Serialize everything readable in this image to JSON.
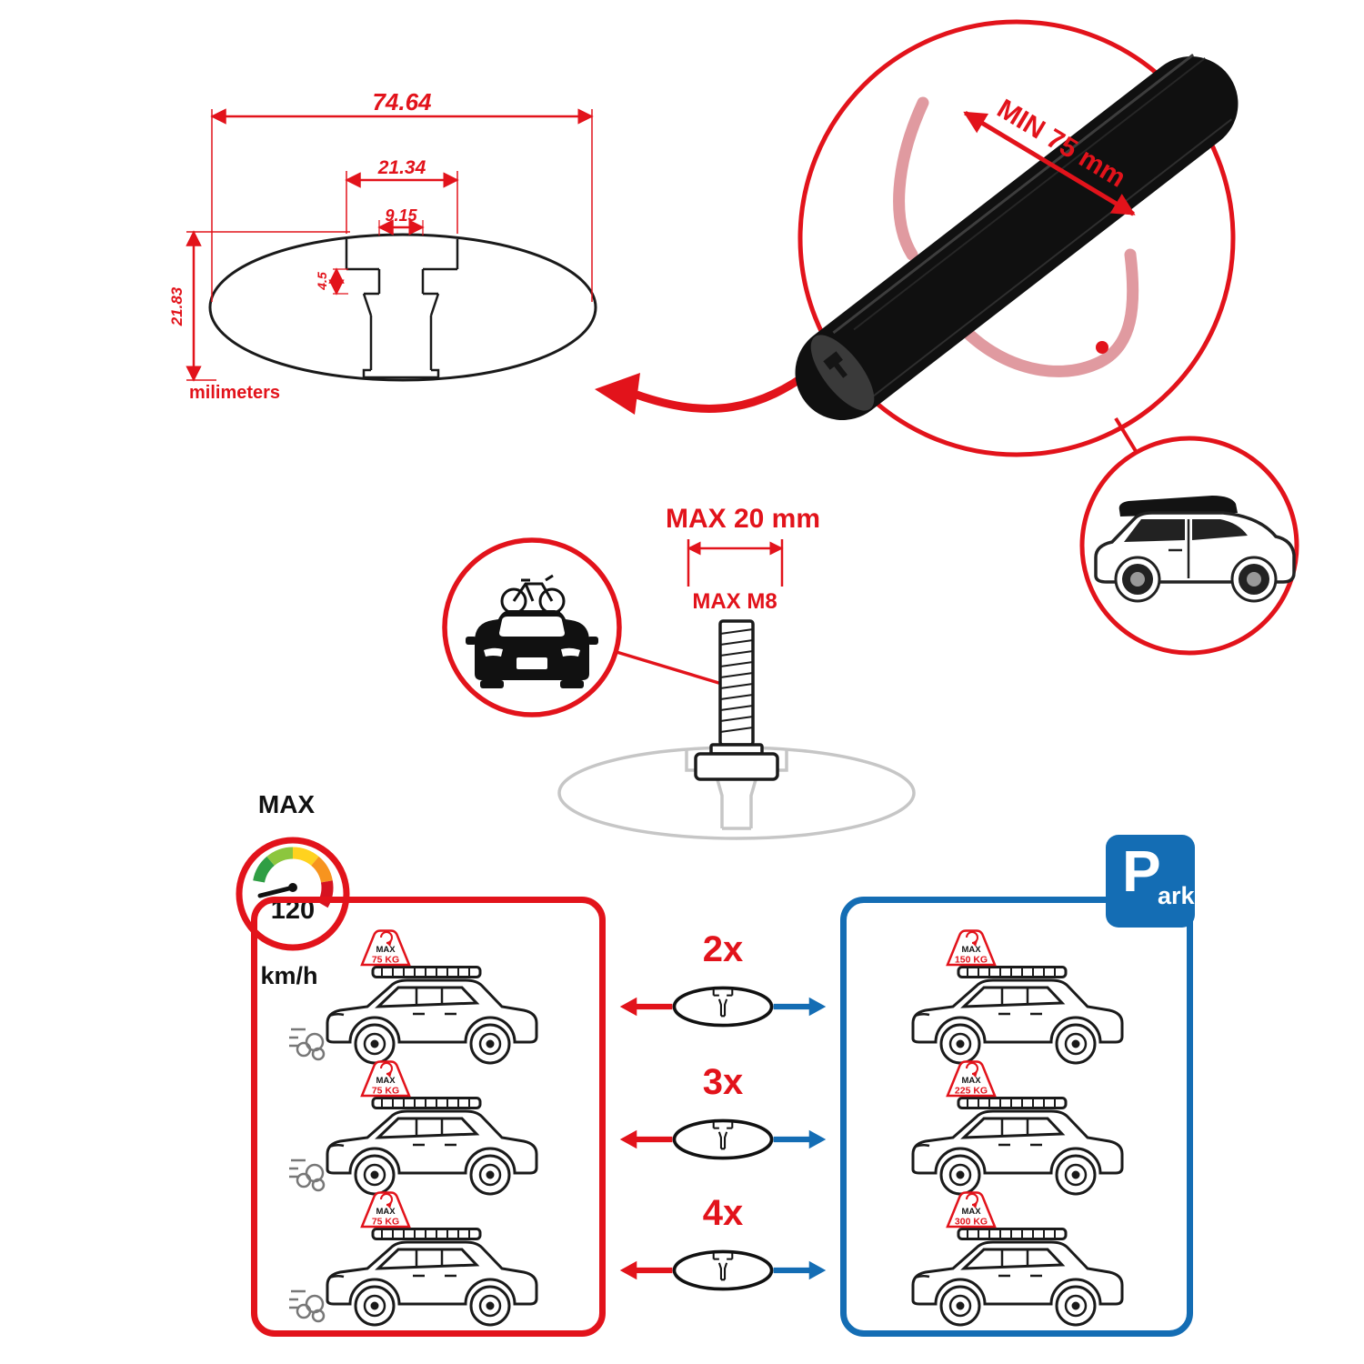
{
  "colors": {
    "accent_red": "#e2131b",
    "accent_blue": "#146db4",
    "bar_black": "#101010",
    "ghost_gray": "#c6c6c6",
    "gauge_segments": [
      "#2f9e44",
      "#8cc63e",
      "#ffd21f",
      "#f7941e",
      "#d61320"
    ]
  },
  "dimension_diagram": {
    "total_width": "74.64",
    "slot_outer_width": "21.34",
    "slot_inner_width": "9.15",
    "lip_height": "4.5",
    "profile_height": "21.83",
    "units_label": "milimeters"
  },
  "bar_detail": {
    "min_clamp_label": "MIN 75 mm"
  },
  "bolt_detail": {
    "max_width_label": "MAX 20 mm",
    "max_thread_label": "MAX M8"
  },
  "speed_limit": {
    "label": "MAX",
    "value": "120",
    "unit": "km/h"
  },
  "driving_zone": {
    "cars": [
      {
        "tag_label": "MAX",
        "tag_value": "75 KG"
      },
      {
        "tag_label": "MAX",
        "tag_value": "75 KG"
      },
      {
        "tag_label": "MAX",
        "tag_value": "75 KG"
      }
    ]
  },
  "bar_count_rows": [
    {
      "label": "2x"
    },
    {
      "label": "3x"
    },
    {
      "label": "4x"
    }
  ],
  "parking_zone": {
    "sign_letter": "P",
    "sign_suffix": "ark",
    "cars": [
      {
        "tag_label": "MAX",
        "tag_value": "150 KG"
      },
      {
        "tag_label": "MAX",
        "tag_value": "225 KG"
      },
      {
        "tag_label": "MAX",
        "tag_value": "300 KG"
      }
    ]
  }
}
